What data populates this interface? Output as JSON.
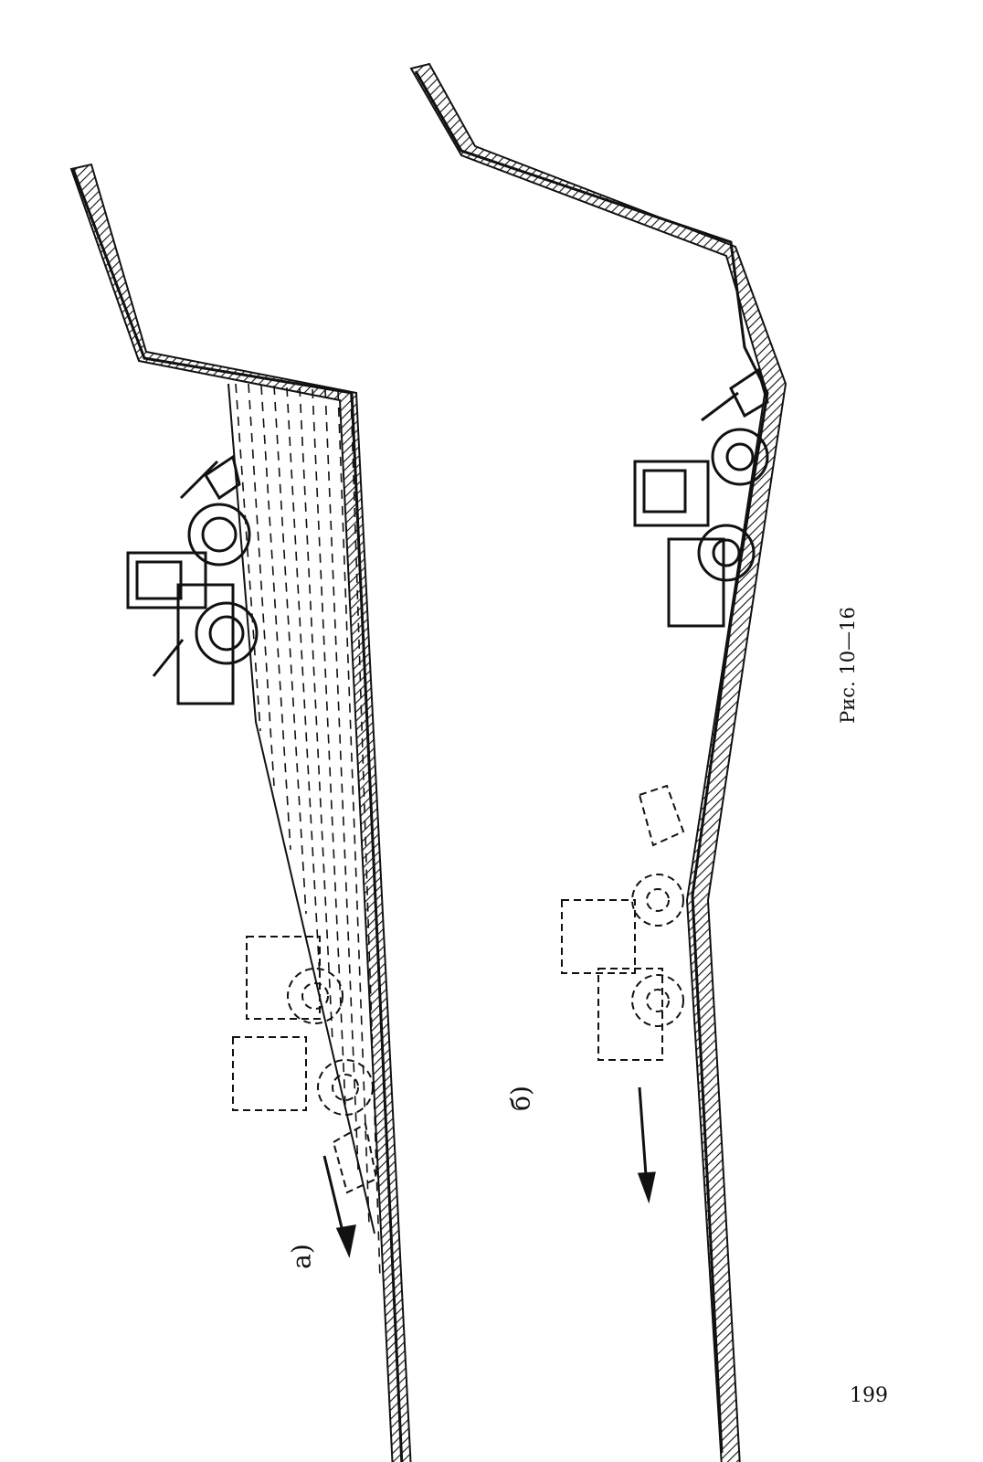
{
  "figure": {
    "caption": "Рис. 10—16",
    "panels": [
      {
        "label": "а)"
      },
      {
        "label": "б)"
      }
    ]
  },
  "page": {
    "number": "199"
  },
  "colors": {
    "ink": "#111111",
    "paper": "#ffffff"
  }
}
